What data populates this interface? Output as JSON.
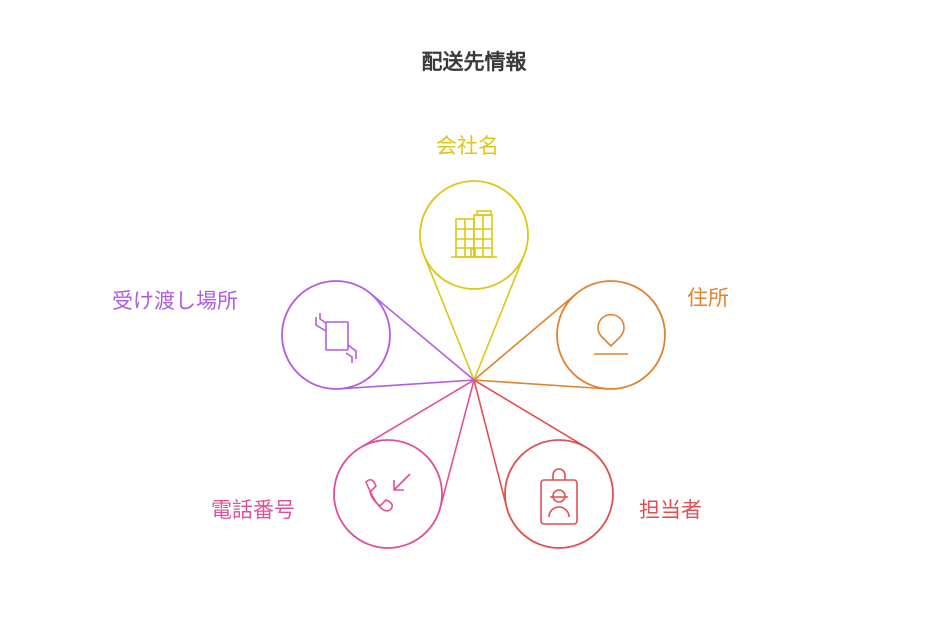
{
  "title": "配送先情報",
  "items": [
    {
      "label": "会社名",
      "icon": "building-icon",
      "color": "#dcc714"
    },
    {
      "label": "住所",
      "icon": "map-pin-icon",
      "color": "#e0832f"
    },
    {
      "label": "担当者",
      "icon": "id-badge-icon",
      "color": "#e14f52"
    },
    {
      "label": "電話番号",
      "icon": "phone-incoming-icon",
      "color": "#e0509a"
    },
    {
      "label": "受け渡し場所",
      "icon": "handover-icon",
      "color": "#b05de2"
    }
  ]
}
